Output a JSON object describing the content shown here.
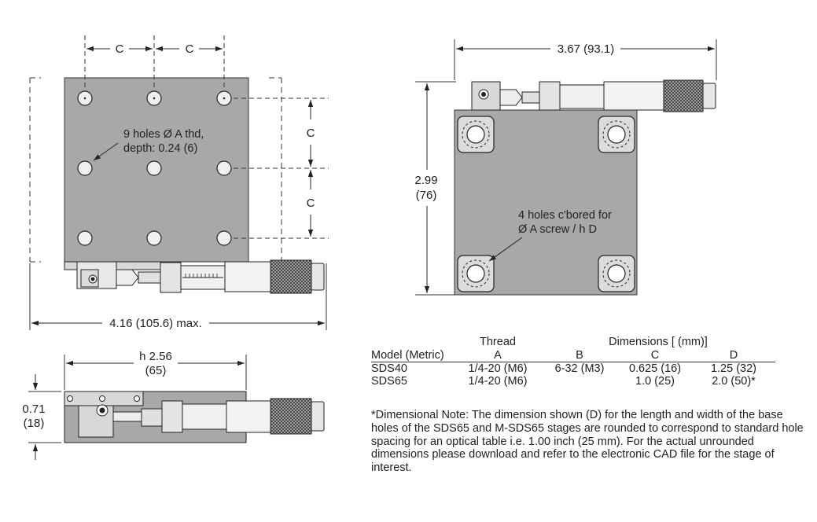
{
  "labels": {
    "c_top_left": "C",
    "c_top_right": "C",
    "c_right_upper": "C",
    "c_right_lower": "C",
    "holes_note_line1": "9 holes Ø A thd,",
    "holes_note_line2": "depth: 0.24 (6)",
    "top_width": "4.16 (105.6) max.",
    "side_length_line1": "h 2.56",
    "side_length_line2": "(65)",
    "side_height_line1": "0.71",
    "side_height_line2": "(18)",
    "bottom_width": "3.67 (93.1)",
    "bottom_height_line1": "2.99",
    "bottom_height_line2": "(76)",
    "cbore_note_line1": "4 holes c'bored for",
    "cbore_note_line2": "Ø A screw / h D"
  },
  "table": {
    "group_thread": "Thread",
    "group_dimensions": "Dimensions [ (mm)]",
    "headers": [
      "Model (Metric)",
      "A",
      "B",
      "C",
      "D"
    ],
    "rows": [
      [
        "SDS40",
        "1/4-20 (M6)",
        "6-32 (M3)",
        "0.625 (16)",
        "1.25 (32)"
      ],
      [
        "SDS65",
        "1/4-20 (M6)",
        "",
        "1.0 (25)",
        "2.0 (50)*"
      ]
    ]
  },
  "note": "*Dimensional Note: The dimension shown (D) for the length and width of the base holes of the SDS65 and M-SDS65 stages are rounded to correspond to standard hole spacing for an optical table i.e. 1.00 inch (25 mm). For the actual unrounded dimensions please download and refer to the electronic CAD file for the stage of interest."
}
